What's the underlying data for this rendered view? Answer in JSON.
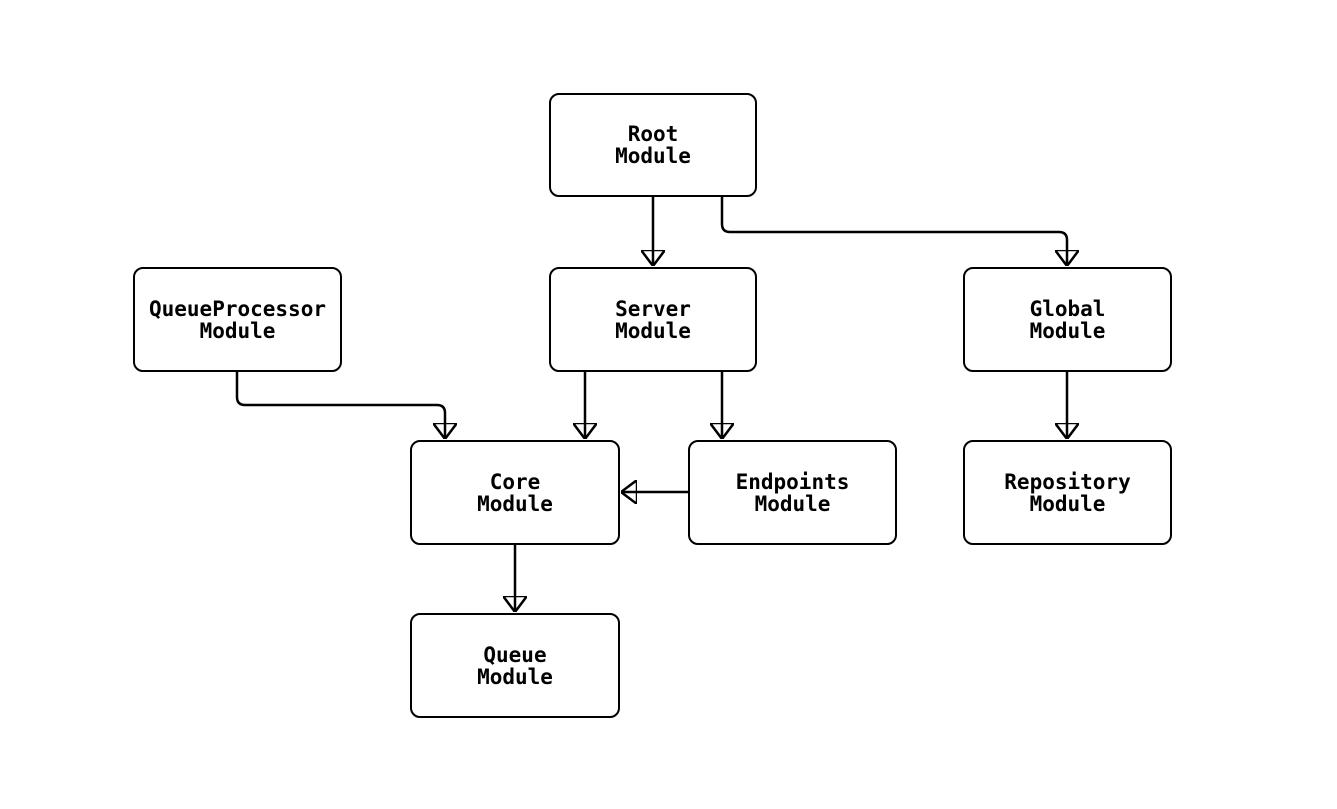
{
  "diagram": {
    "type": "flowchart",
    "background_color": "#ffffff",
    "node_fill_color": "#ffffff",
    "stroke_color": "#000000",
    "nodes": [
      {
        "id": "root",
        "label": "Root\nModule"
      },
      {
        "id": "queueprocessor",
        "label": "QueueProcessor\nModule"
      },
      {
        "id": "server",
        "label": "Server\nModule"
      },
      {
        "id": "global",
        "label": "Global\nModule"
      },
      {
        "id": "core",
        "label": "Core\nModule"
      },
      {
        "id": "endpoints",
        "label": "Endpoints\nModule"
      },
      {
        "id": "repository",
        "label": "Repository\nModule"
      },
      {
        "id": "queue",
        "label": "Queue\nModule"
      }
    ],
    "edges": [
      {
        "from": "root",
        "to": "server"
      },
      {
        "from": "root",
        "to": "global"
      },
      {
        "from": "queueprocessor",
        "to": "core"
      },
      {
        "from": "server",
        "to": "core"
      },
      {
        "from": "server",
        "to": "endpoints"
      },
      {
        "from": "global",
        "to": "repository"
      },
      {
        "from": "endpoints",
        "to": "core"
      },
      {
        "from": "core",
        "to": "queue"
      }
    ]
  }
}
